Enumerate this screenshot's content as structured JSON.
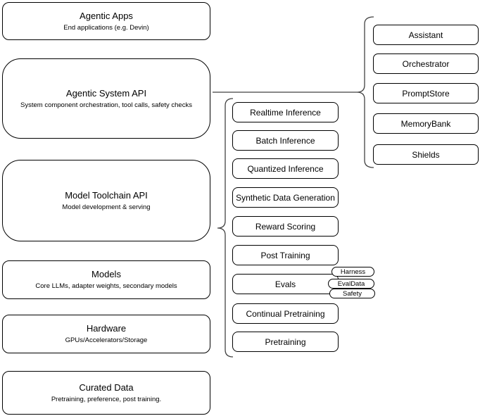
{
  "diagram": {
    "left_stack": [
      {
        "title": "Agentic Apps",
        "subtitle": "End applications (e.g. Devin)"
      },
      {
        "title": "Agentic System API",
        "subtitle": "System component orchestration, tool calls, safety checks"
      },
      {
        "title": "Model Toolchain API",
        "subtitle": "Model development & serving"
      },
      {
        "title": "Models",
        "subtitle": "Core LLMs, adapter weights, secondary models"
      },
      {
        "title": "Hardware",
        "subtitle": "GPUs/Accelerators/Storage"
      },
      {
        "title": "Curated Data",
        "subtitle": "Pretraining, preference, post training."
      }
    ],
    "toolchain_items": [
      "Realtime Inference",
      "Batch Inference",
      "Quantized Inference",
      "Synthetic Data Generation",
      "Reward Scoring",
      "Post Training",
      "Evals",
      "Continual Pretraining",
      "Pretraining"
    ],
    "evals_tags": [
      "Harness",
      "EvalData",
      "Safety"
    ],
    "system_components": [
      "Assistant",
      "Orchestrator",
      "PromptStore",
      "MemoryBank",
      "Shields"
    ],
    "colors": {
      "node_border": "#000000",
      "node_fill": "#ffffff",
      "connector": "#424242"
    }
  }
}
